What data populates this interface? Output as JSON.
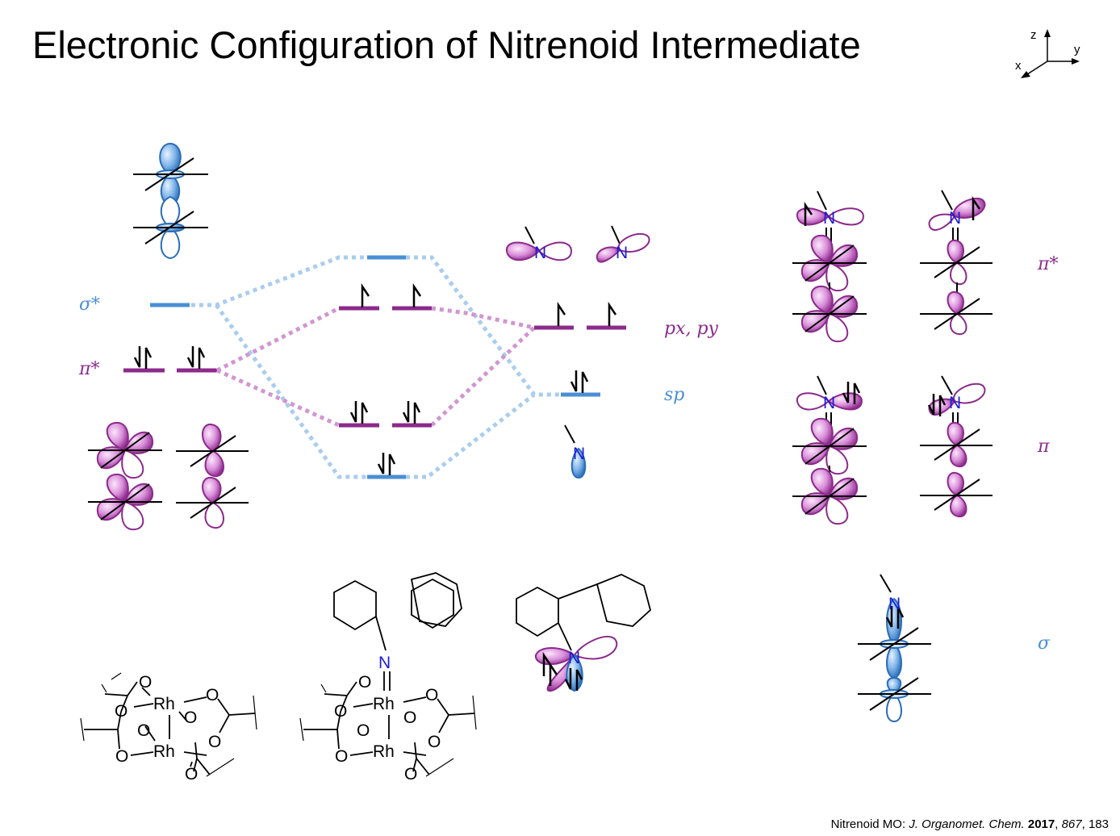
{
  "title": "Electronic Configuration of Nitrenoid Intermediate",
  "axes": {
    "z": "z",
    "y": "y",
    "x": "x"
  },
  "levels": {
    "sigma_star": "σ*",
    "pi_star": "π*",
    "pxpy": "px, py",
    "sp": "sp"
  },
  "orbital_labels": {
    "pi_star": "π*",
    "pi": "π",
    "sigma": "σ"
  },
  "atoms": {
    "rh": "Rh",
    "o": "O",
    "n": "N"
  },
  "citation": {
    "prefix": "Nitrenoid MO: ",
    "journal": "J. Organomet. Chem.",
    "year": "2017",
    "volume": "867",
    "page": "183"
  },
  "colors": {
    "blue": "#4a8fd4",
    "purple": "#8b2a8b",
    "dash_blue": "#a9cdee",
    "dash_purple": "#d196d1",
    "n_blue": "#1a1ad6"
  }
}
